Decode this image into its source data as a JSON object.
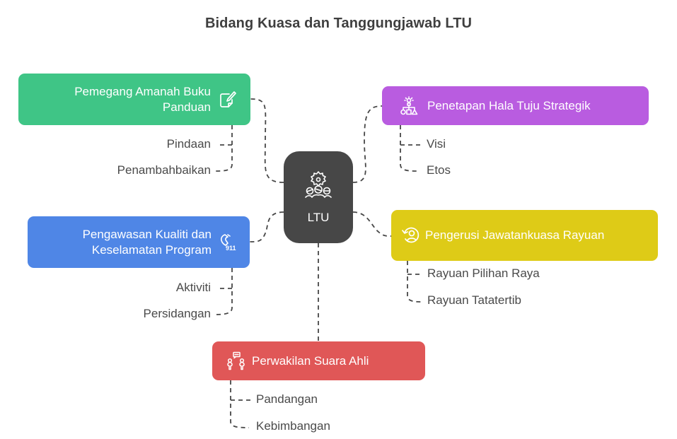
{
  "title": "Bidang Kuasa dan Tanggungjawab LTU",
  "center": {
    "label": "LTU",
    "icon": "team-gear-icon",
    "color": "#474747"
  },
  "branches": [
    {
      "id": "manual",
      "label": "Pemegang Amanah Buku Panduan",
      "line1": "Pemegang Amanah Buku",
      "line2": "Panduan",
      "icon": "edit-document-icon",
      "color": "#3fc586",
      "children": [
        "Pindaan",
        "Penambahbaikan"
      ]
    },
    {
      "id": "strategy",
      "label": "Penetapan Hala Tuju Strategik",
      "icon": "strategy-hierarchy-icon",
      "color": "#b95ce0",
      "children": [
        "Visi",
        "Etos"
      ]
    },
    {
      "id": "quality",
      "label": "Pengawasan Kualiti dan Keselamatan Program",
      "line1": "Pengawasan Kualiti dan",
      "line2": "Keselamatan Program",
      "icon": "emergency-phone-911-icon",
      "color": "#4f86e6",
      "children": [
        "Aktiviti",
        "Persidangan"
      ]
    },
    {
      "id": "appeals",
      "label": "Pengerusi Jawatankuasa Rayuan",
      "icon": "user-history-icon",
      "color": "#decb17",
      "children": [
        "Rayuan Pilihan Raya",
        "Rayuan Tatatertib"
      ]
    },
    {
      "id": "expert",
      "label": "Perwakilan Suara Ahli",
      "icon": "people-conversation-icon",
      "color": "#e05757",
      "children": [
        "Pandangan",
        "Kebimbangan"
      ]
    }
  ]
}
